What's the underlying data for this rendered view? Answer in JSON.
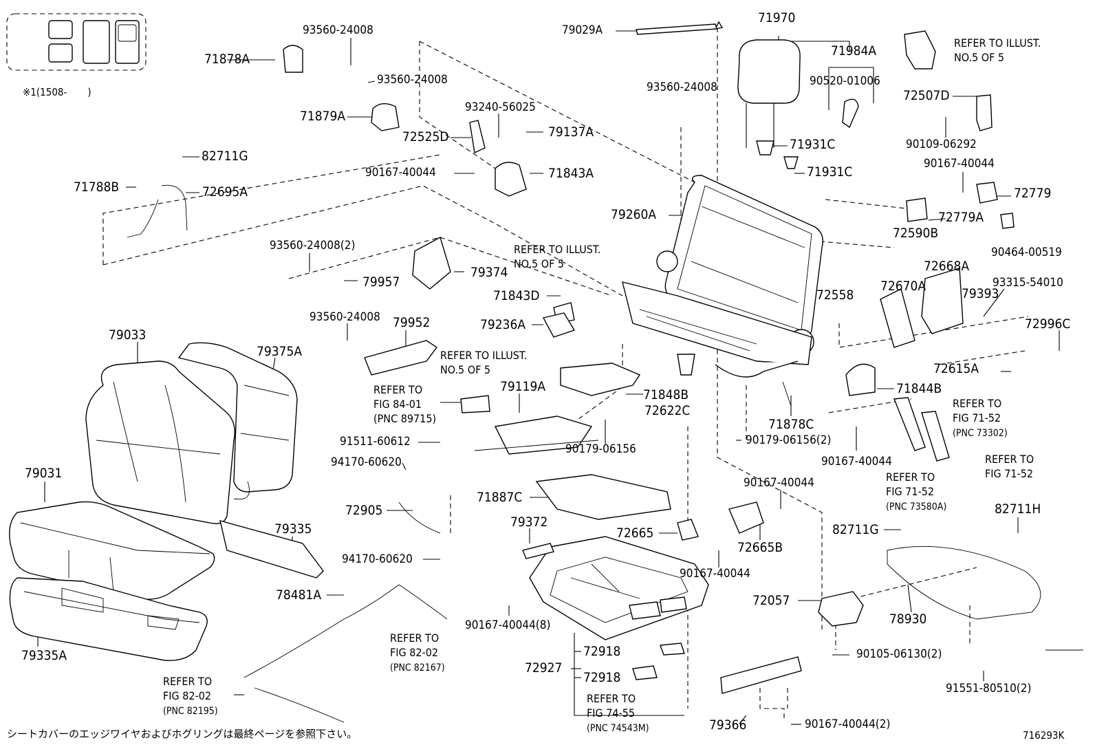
{
  "diagram_id": "716293K",
  "footer_note": "シートカバーのエッジワイヤおよびホグリングは最終ページを参照下さい。",
  "applicability_note": "※1(1508-　　)",
  "parts": {
    "p79029A": "79029A",
    "p71970": "71970",
    "p71984A": "71984A",
    "p90520_01006": "90520-01006",
    "p71931C_a": "71931C",
    "p71931C_b": "71931C",
    "p72507D": "72507D",
    "p90109_06292": "90109-06292",
    "p90167_40044_tr": "90167-40044",
    "p72779": "72779",
    "p72779A": "72779A",
    "p90464_00519": "90464-00519",
    "p72590B": "72590B",
    "p72668A": "72668A",
    "p72670A": "72670A",
    "p72558": "72558",
    "p93315_54010": "93315-54010",
    "p79393": "79393",
    "p72996C": "72996C",
    "p72615A": "72615A",
    "p71844B": "71844B",
    "p93560_24008_a": "93560-24008",
    "p71878A": "71878A",
    "p93560_24008_b": "93560-24008",
    "p71879A": "71879A",
    "p93240_56025": "93240-56025",
    "p72525D": "72525D",
    "p79137A": "79137A",
    "p93560_24008_c": "93560-24008",
    "p82711G_a": "82711G",
    "p71788B": "71788B",
    "p72695A": "72695A",
    "p90167_40044_a": "90167-40044",
    "p71843A": "71843A",
    "p79260A": "79260A",
    "p93560_24008_2": "93560-24008(2)",
    "p79374": "79374",
    "p79957": "79957",
    "p71843D": "71843D",
    "p79236A": "79236A",
    "p93560_24008_d": "93560-24008",
    "p79952": "79952",
    "p79033": "79033",
    "p79375A": "79375A",
    "p79119A": "79119A",
    "p71848B": "71848B",
    "p72622C": "72622C",
    "p71878C": "71878C",
    "p90179_06156_2": "90179-06156(2)",
    "p90167_40044_b": "90167-40044",
    "p91511_60612": "91511-60612",
    "p90179_06156": "90179-06156",
    "p94170_60620_a": "94170-60620",
    "p79031": "79031",
    "p72905": "72905",
    "p71887C": "71887C",
    "p90167_40044_c": "90167-40044",
    "p94170_60620_b": "94170-60620",
    "p79335": "79335",
    "p79372": "79372",
    "p72665": "72665",
    "p72665B": "72665B",
    "p82711G_b": "82711G",
    "p82711H": "82711H",
    "p90167_40044_d": "90167-40044",
    "p78481A": "78481A",
    "p72057": "72057",
    "p78930": "78930",
    "p90167_40044_8": "90167-40044(8)",
    "p79335A": "79335A",
    "p72918_a": "72918",
    "p72927": "72927",
    "p72918_b": "72918",
    "p90105_06130_2": "90105-06130(2)",
    "p91551_80510_2": "91551-80510(2)",
    "p79366": "79366",
    "p90167_40044_2": "90167-40044(2)"
  },
  "references": {
    "illust5_top_line1": "REFER TO ILLUST.",
    "illust5_top_line2": "NO.5 OF 5",
    "illust5_mid_line1": "REFER TO ILLUST.",
    "illust5_mid_line2": "NO.5 OF 5",
    "illust5_left_line1": "REFER TO ILLUST.",
    "illust5_left_line2": "NO.5 OF 5",
    "fig8401_line1": "REFER TO",
    "fig8401_line2": "FIG 84-01",
    "fig8401_pnc": "(PNC 89715)",
    "fig7152a_line1": "REFER TO",
    "fig7152a_line2": "FIG 71-52",
    "fig7152a_pnc": "(PNC 73302)",
    "fig7152b_line1": "REFER TO",
    "fig7152b_line2": "FIG 71-52",
    "fig7152c_line1": "REFER TO",
    "fig7152c_line2": "FIG 71-52",
    "fig7152c_pnc": "(PNC 73580A)",
    "fig8202a_line1": "REFER TO",
    "fig8202a_line2": "FIG 82-02",
    "fig8202a_pnc": "(PNC 82167)",
    "fig8202b_line1": "REFER TO",
    "fig8202b_line2": "FIG 82-02",
    "fig8202b_pnc": "(PNC 82195)",
    "fig7455_line1": "REFER TO",
    "fig7455_line2": "FIG 74-55",
    "fig7455_pnc": "(PNC 74543M)"
  }
}
